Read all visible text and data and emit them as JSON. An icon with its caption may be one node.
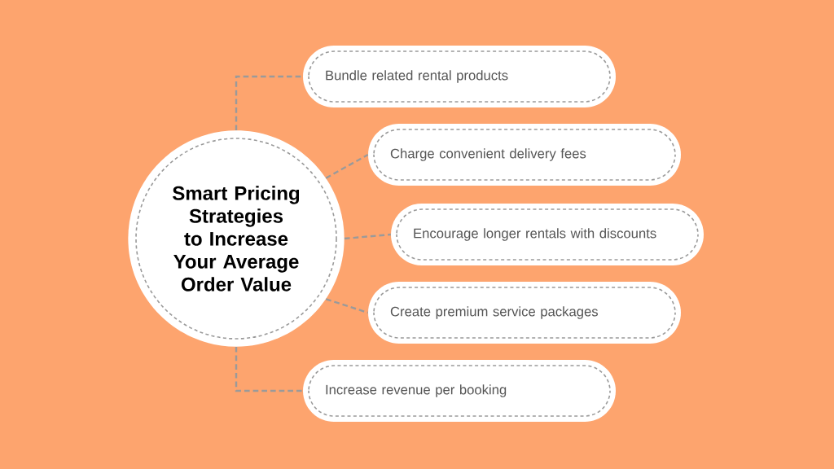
{
  "diagram": {
    "nodes": [
      {
        "text": [
          "Smart Pricing Strategies to Increase Your Average Order Value"
        ]
      },
      {
        "text": [
          "Bundle related rental products"
        ]
      },
      {
        "text": [
          "Charge convenient delivery fees"
        ]
      },
      {
        "text": [
          "Encourage longer rentals with discounts"
        ]
      },
      {
        "text": [
          "Create premium service packages"
        ]
      },
      {
        "text": [
          "Increase revenue per booking"
        ]
      }
    ],
    "edges": [
      {
        "from": 0,
        "to": 1,
        "arrow": "none"
      },
      {
        "from": 0,
        "to": 2,
        "arrow": "none"
      },
      {
        "from": 0,
        "to": 3,
        "arrow": "none"
      },
      {
        "from": 0,
        "to": 4,
        "arrow": "none"
      },
      {
        "from": 0,
        "to": 5,
        "arrow": "none"
      }
    ]
  }
}
